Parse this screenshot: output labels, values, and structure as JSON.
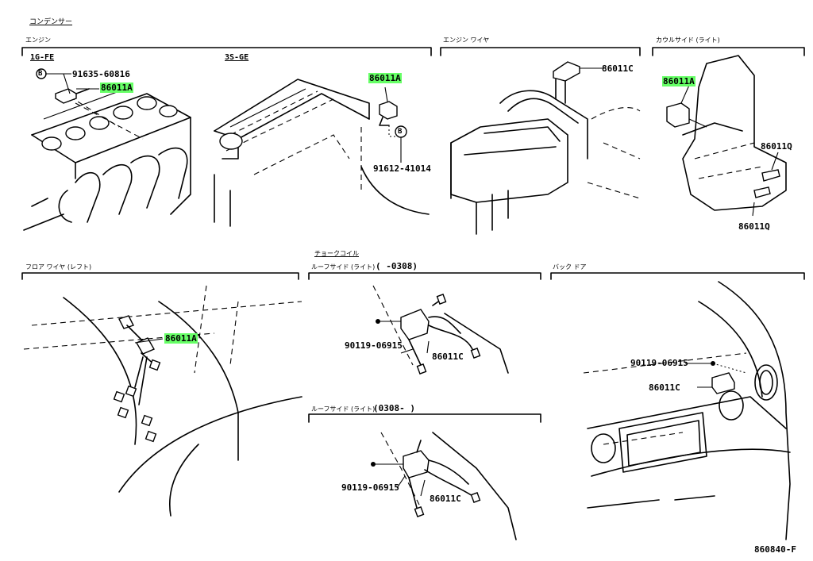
{
  "diagram": {
    "title": "コンデンサー",
    "ref_code": "860840-F",
    "highlight_color": "#66ff66",
    "sections": {
      "engine": {
        "label": "エンジン",
        "sub_left": "1G-FE",
        "sub_right": "3S-GE"
      },
      "engine_wire": {
        "label": "エンジン ワイヤ"
      },
      "cowl_side": {
        "label": "カウルサイド (ライト)"
      },
      "floor_wire": {
        "label": "フロア ワイヤ (レフト)"
      },
      "choke_coil": {
        "label": "チョークコイル"
      },
      "roof_side_1": {
        "label": "ルーフサイド (ライト)",
        "range": "(      -0308)"
      },
      "roof_side_2": {
        "label": "ルーフサイド (ライト)",
        "range": "(0308-      )"
      },
      "back_door": {
        "label": "バック ドア"
      }
    },
    "callouts": {
      "bolt_b": "B",
      "p91635": "91635-60816",
      "p86011a_1": "86011A",
      "p86011a_2": "86011A",
      "p91612": "91612-41014",
      "p86011c_1": "86011C",
      "p86011a_3": "86011A",
      "p86011q_1": "86011Q",
      "p86011q_2": "86011Q",
      "p86011a_4": "86011A",
      "p90119_1": "90119-06915",
      "p86011c_2": "86011C",
      "p90119_2": "90119-06915",
      "p86011c_3": "86011C",
      "p90119_3": "90119-06915",
      "p86011c_4": "86011C"
    }
  }
}
